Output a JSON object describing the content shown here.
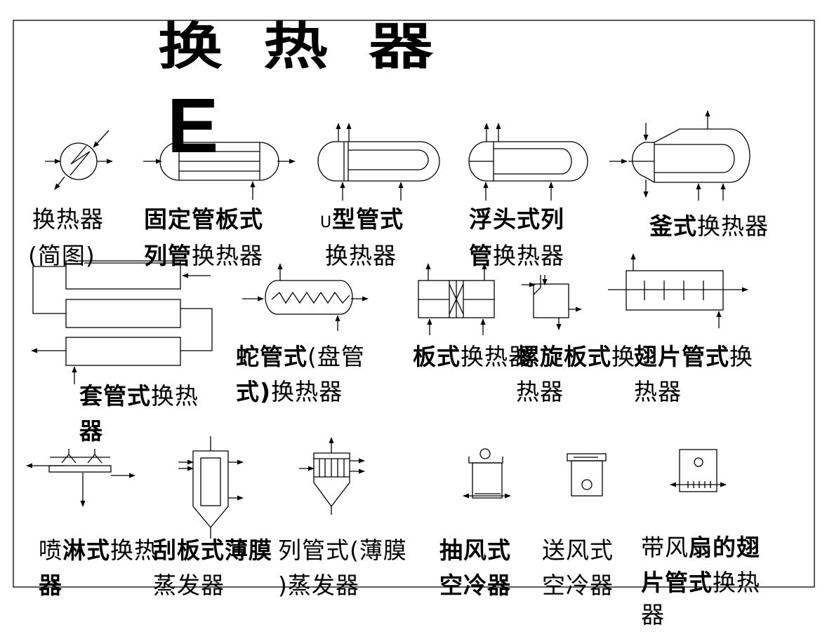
{
  "title": "换热器",
  "watermark": "E",
  "labels": {
    "simple": {
      "l1": "换热器",
      "l2": "(简图)"
    },
    "fixed": {
      "l1": "固定管板式",
      "l2a": "列管",
      "l2b": "换热器"
    },
    "utube": {
      "l1a": "U",
      "l1b": "型管式",
      "l2": "换热器"
    },
    "floating": {
      "l1": "浮头式列",
      "l2a": "管",
      "l2b": "换热器"
    },
    "kettle": {
      "l1a": "釜式",
      "l1b": "换热器"
    },
    "double": {
      "l1a": "套管式",
      "l1b": "换热",
      "l2": "器"
    },
    "coil": {
      "l1a": "蛇管式",
      "l1b": "(盘管",
      "l2a": "式)",
      "l2b": "换热器"
    },
    "plate": {
      "l1a": "板式",
      "l1b": "换热器"
    },
    "spiral": {
      "l1a": "螺旋板式",
      "l1b": "换",
      "l2": "热器"
    },
    "fin": {
      "l1a": "翅片管式",
      "l1b": "换",
      "l2": "热器"
    },
    "spray": {
      "l1a": "喷",
      "l1b": "淋式",
      "l1c": "换热",
      "l2": "器"
    },
    "scraped": {
      "l1": "刮板式薄膜",
      "l2": "蒸发器"
    },
    "tubular": {
      "l1": "列管式(薄膜",
      "l2": ")蒸发器"
    },
    "induced": {
      "l1": "抽风式",
      "l2": "空冷器"
    },
    "forced": {
      "l1": "送风式",
      "l2": "空冷器"
    },
    "fanfin": {
      "l1a": "带风",
      "l1b": "扇的翅",
      "l2a": "片管式",
      "l2b": "换热",
      "l3": "器"
    }
  }
}
